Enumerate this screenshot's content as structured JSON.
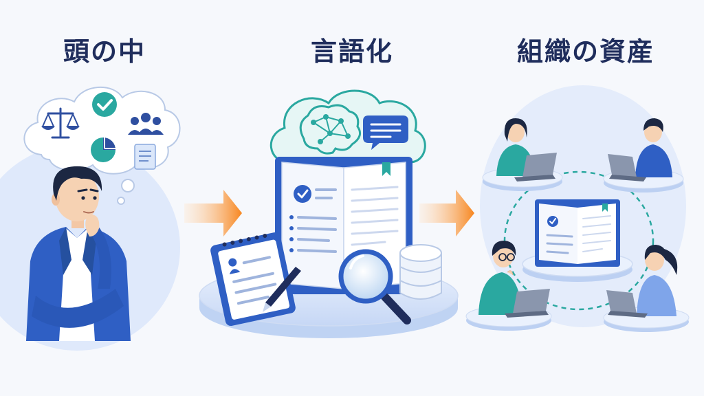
{
  "stages": [
    {
      "id": "left",
      "title": "頭の中"
    },
    {
      "id": "center",
      "title": "言語化"
    },
    {
      "id": "right",
      "title": "組織の資産"
    }
  ],
  "colors": {
    "title": "#1f2d5c",
    "primary_blue": "#2f5fc4",
    "teal": "#2aa8a0",
    "arrow_orange": "#f7861f",
    "light_blue": "#dfe9fb",
    "background": "#f6f8fc"
  },
  "icons": {
    "thought_cloud": [
      "scale-icon",
      "check-icon",
      "users-icon",
      "pie-chart-icon",
      "document-icon"
    ],
    "center_cloud": [
      "brain-network-icon",
      "chat-bubble-icon"
    ],
    "center_objects": [
      "open-book-icon",
      "notepad-icon",
      "pen-icon",
      "magnifier-icon",
      "database-icon"
    ],
    "network": [
      "laptop-icon",
      "open-book-icon",
      "dashed-connection-icon"
    ]
  }
}
